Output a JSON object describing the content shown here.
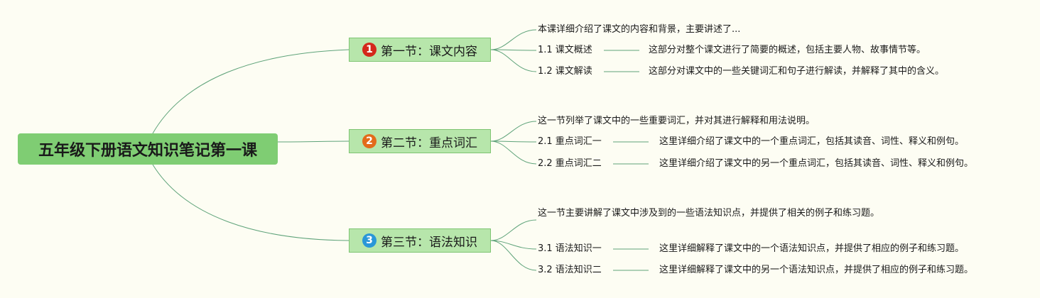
{
  "root": {
    "label": "五年级下册语文知识笔记第一课"
  },
  "branches": [
    {
      "num": "1",
      "color": "#d4281b",
      "label": "第一节：课文内容",
      "summary": "本课详细介绍了课文的内容和背景，主要讲述了...",
      "items": [
        {
          "label": "1.1 课文概述",
          "desc": "这部分对整个课文进行了简要的概述，包括主要人物、故事情节等。"
        },
        {
          "label": "1.2 课文解读",
          "desc": "这部分对课文中的一些关键词汇和句子进行解读，并解释了其中的含义。"
        }
      ]
    },
    {
      "num": "2",
      "color": "#e36b1a",
      "label": "第二节：重点词汇",
      "summary": "这一节列举了课文中的一些重要词汇，并对其进行解释和用法说明。",
      "items": [
        {
          "label": "2.1 重点词汇一",
          "desc": "这里详细介绍了课文中的一个重点词汇，包括其读音、词性、释义和例句。"
        },
        {
          "label": "2.2 重点词汇二",
          "desc": "这里详细介绍了课文中的另一个重点词汇，包括其读音、词性、释义和例句。"
        }
      ]
    },
    {
      "num": "3",
      "color": "#2a97d8",
      "label": "第三节：语法知识",
      "summary": "这一节主要讲解了课文中涉及到的一些语法知识点，并提供了相关的例子和练习题。",
      "items": [
        {
          "label": "3.1 语法知识一",
          "desc": "这里详细解释了课文中的一个语法知识点，并提供了相应的例子和练习题。"
        },
        {
          "label": "3.2 语法知识二",
          "desc": "这里详细解释了课文中的另一个语法知识点，并提供了相应的例子和练习题。"
        }
      ]
    }
  ]
}
